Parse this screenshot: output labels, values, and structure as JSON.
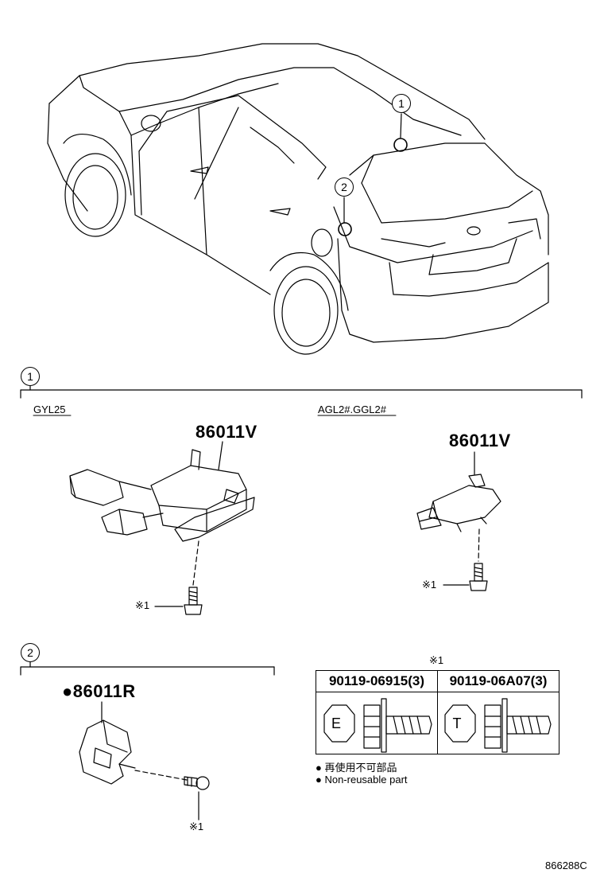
{
  "callouts": {
    "main_1": "1",
    "main_2": "2",
    "section_1": "1",
    "section_2": "2"
  },
  "section1": {
    "variant_left": "GYL25",
    "variant_right": "AGL2#.GGL2#",
    "part_left": "86011V",
    "part_right": "86011V",
    "ref_left": "※1",
    "ref_right": "※1"
  },
  "section2": {
    "part": "●86011R",
    "ref": "※1"
  },
  "bolt_table": {
    "ref": "※1",
    "columns": [
      {
        "part": "90119-06915(3)",
        "letter": "E"
      },
      {
        "part": "90119-06A07(3)",
        "letter": "T"
      }
    ]
  },
  "notes": {
    "jp": "● 再使用不可部品",
    "en": "● Non-reusable part"
  },
  "diagram_code": "866288C"
}
